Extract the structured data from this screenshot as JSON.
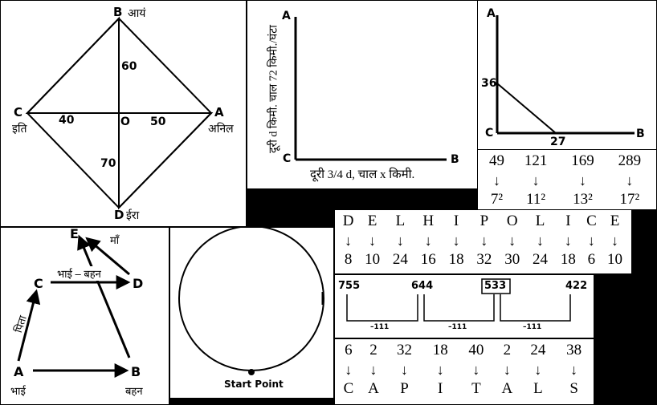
{
  "diamond": {
    "B_label": "B",
    "B_name": "आयं",
    "C_label": "C",
    "C_name": "इति",
    "A_label": "A",
    "A_name": "अनिल",
    "D_label": "D",
    "D_name": "ईरा",
    "O_label": "O",
    "top_val": "60",
    "left_val": "40",
    "right_val": "50",
    "bottom_val": "70"
  },
  "axes_panel": {
    "A_label": "A",
    "C_label": "C",
    "B_label": "B",
    "vertical_text": "दूरी d किमी. चाल 72 किमी./घंटा",
    "horizontal_text": "दूरी 3/4 d, चाल x किमी."
  },
  "triangle_panel": {
    "A_label": "A",
    "C_label": "C",
    "B_label": "B",
    "v36": "36",
    "v27": "27"
  },
  "squares_panel": {
    "top": [
      "49",
      "121",
      "169",
      "289"
    ],
    "bottom": [
      "7²",
      "11²",
      "13²",
      "17²"
    ]
  },
  "family_panel": {
    "E_label": "E",
    "maan": "माँ",
    "C_label": "C",
    "D_label": "D",
    "bhai_behan": "भाई – बहन",
    "pita": "पिता",
    "A_label": "A",
    "B_label": "B",
    "bhai": "भाई",
    "behan": "बहन"
  },
  "circle_panel": {
    "start_label": "Start Point"
  },
  "delhi_panel": {
    "letters": [
      "D",
      "E",
      "L",
      "H",
      "I",
      "P",
      "O",
      "L",
      "I",
      "C",
      "E"
    ],
    "numbers": [
      "8",
      "10",
      "24",
      "16",
      "18",
      "32",
      "30",
      "24",
      "18",
      "6",
      "10"
    ]
  },
  "number_series_panel": {
    "values": [
      "755",
      "644",
      "533",
      "422"
    ],
    "diffs": [
      "–111",
      "–111",
      "–111"
    ]
  },
  "capital_panel": {
    "numbers": [
      "6",
      "2",
      "32",
      "18",
      "40",
      "2",
      "24",
      "38"
    ],
    "letters": [
      "C",
      "A",
      "P",
      "I",
      "T",
      "A",
      "L",
      "S"
    ]
  },
  "arrow_glyph": "↓"
}
